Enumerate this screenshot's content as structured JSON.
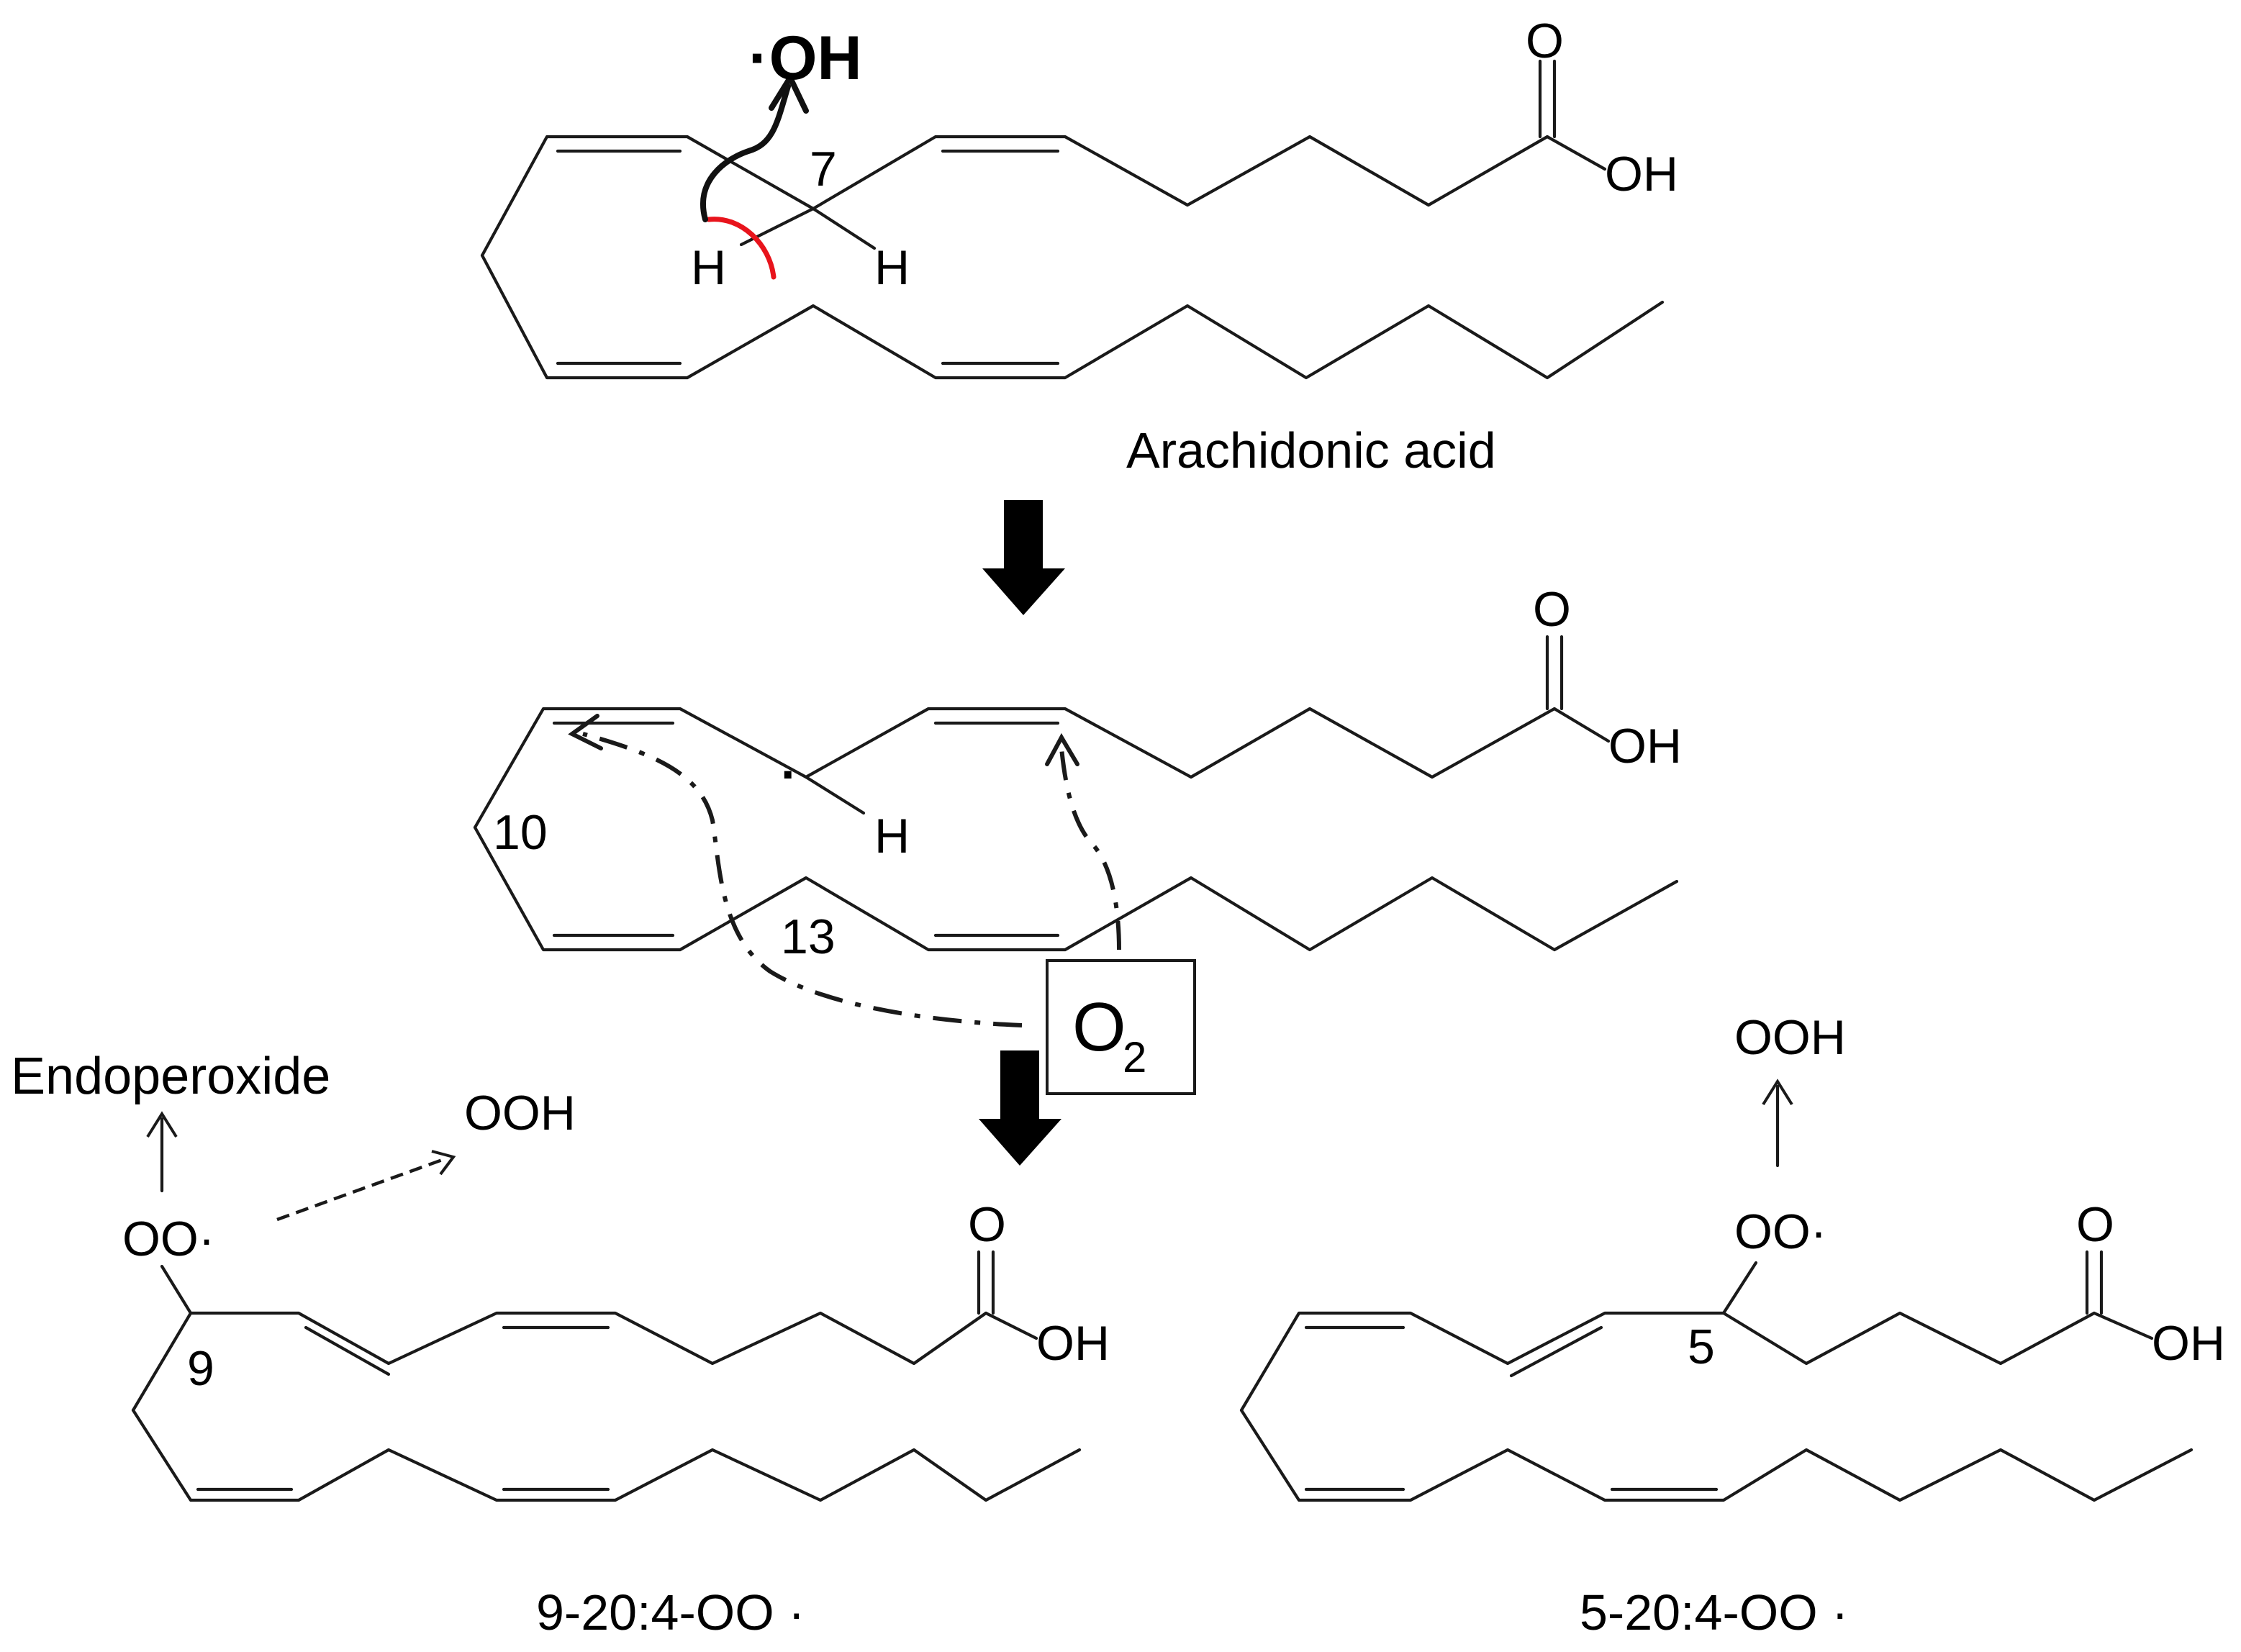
{
  "reactant": {
    "radical_label": "·OH",
    "carbonyl_o": "O",
    "hydroxyl": "OH",
    "carbon_number": "7",
    "h_left": "H",
    "h_right": "H",
    "name": "Arachidonic acid"
  },
  "intermediate": {
    "carbonyl_o": "O",
    "hydroxyl": "OH",
    "radical_dot": "·",
    "h": "H",
    "carbon_10": "10",
    "carbon_13": "13",
    "oxygen_box": "O",
    "oxygen_sub": "2"
  },
  "product_9": {
    "endoperoxide": "Endoperoxide",
    "peroxyl": "OO·",
    "hydroperoxide": "OOH",
    "carbonyl_o": "O",
    "hydroxyl": "OH",
    "carbon_number": "9",
    "name": "9-20:4-OO ·"
  },
  "product_5": {
    "hydroperoxide": "OOH",
    "peroxyl": "OO·",
    "carbonyl_o": "O",
    "hydroxyl": "OH",
    "carbon_number": "5",
    "name": "5-20:4-OO ·"
  },
  "colors": {
    "ink": "#1a1a1a",
    "highlight_arc": "#e8141c"
  },
  "icons": [
    "reaction-arrow-icon",
    "reaction-arrow-icon"
  ]
}
